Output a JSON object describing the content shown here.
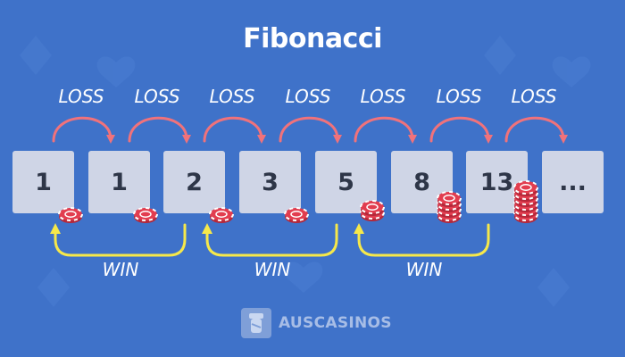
{
  "title": "Fibonacci",
  "sequence": [
    "1",
    "1",
    "2",
    "3",
    "5",
    "8",
    "13",
    "..."
  ],
  "loss_labels": [
    "LOSS",
    "LOSS",
    "LOSS",
    "LOSS",
    "LOSS",
    "LOSS",
    "LOSS"
  ],
  "win_labels": [
    "WIN",
    "WIN",
    "WIN"
  ],
  "brand": "AUSCASINOS",
  "colors": {
    "background": "#3f72c9",
    "loss_arrow": "#f0727b",
    "win_arrow": "#f6e84a",
    "card": "#cfd5e6",
    "chip": "#e23d4f"
  }
}
